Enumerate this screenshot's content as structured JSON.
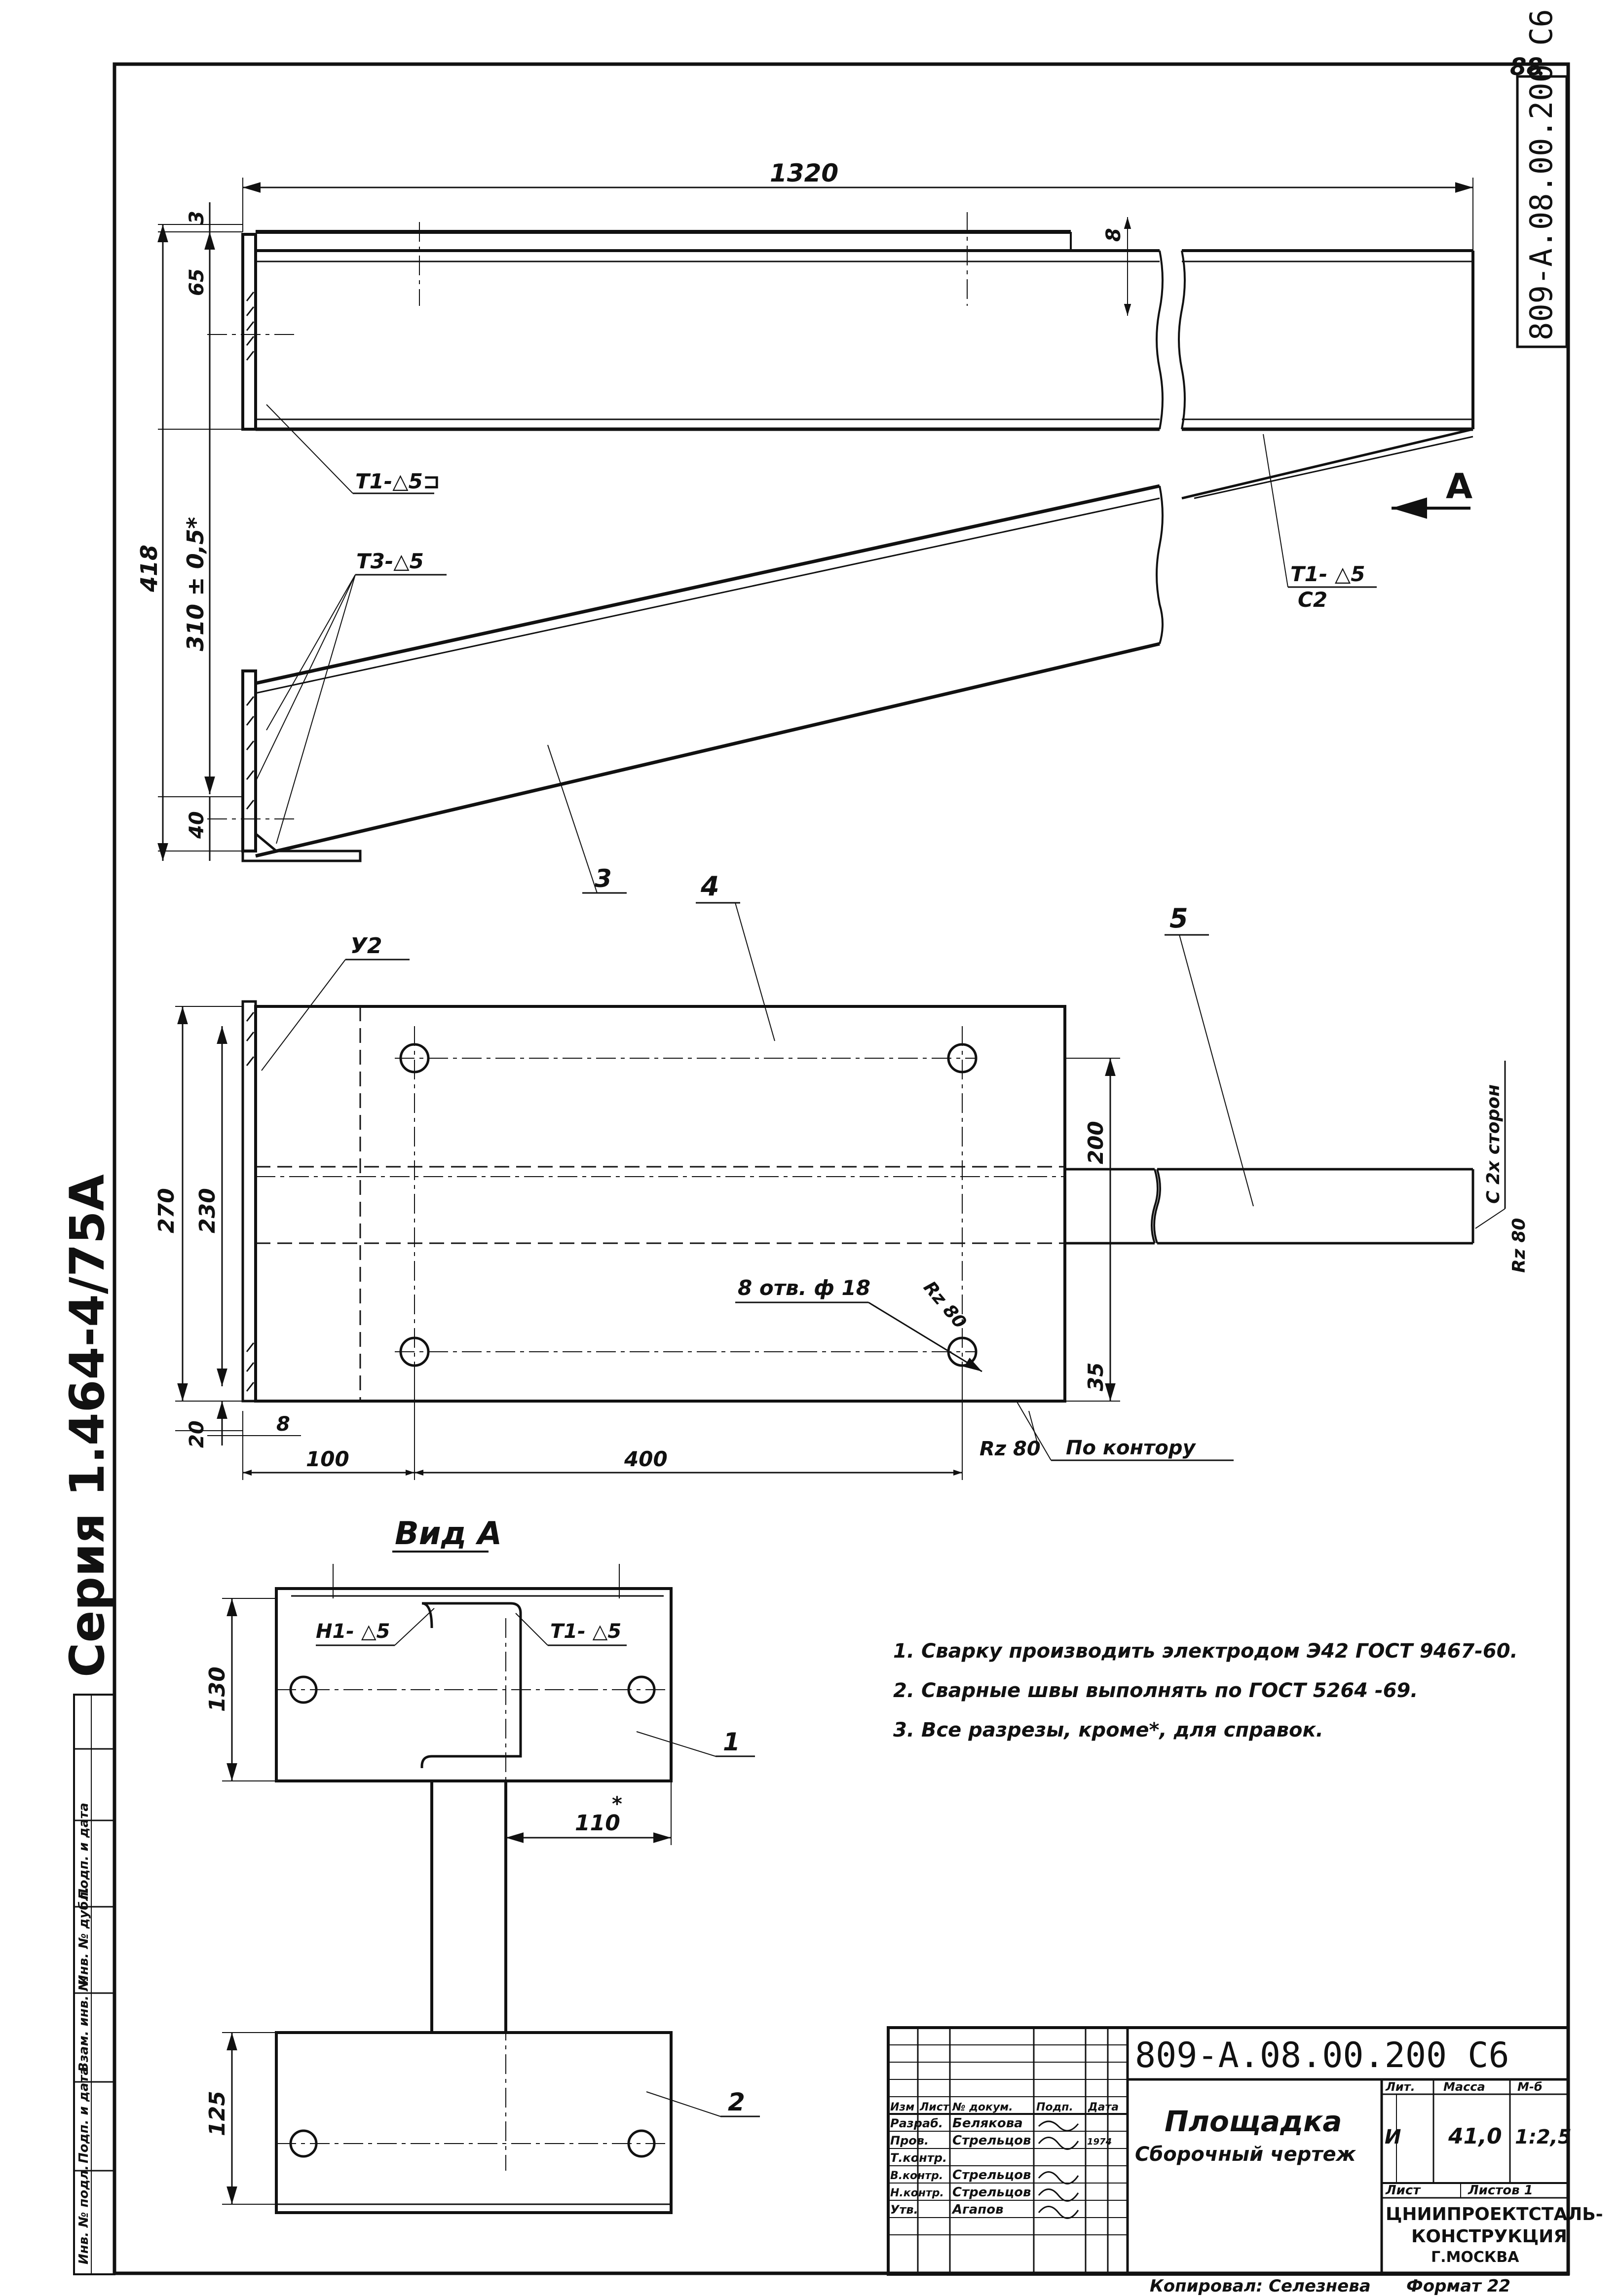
{
  "sheet": {
    "page_number": "88",
    "code_corner": "809-A.08.00.200 C6",
    "series": "Серия 1.464-4/75А",
    "copied_by": "Копировал: Селезнева",
    "format": "Формат 22"
  },
  "dimensions": {
    "d1320": "1320",
    "d3": "3",
    "d65": "65",
    "d8": "8",
    "d418": "418",
    "d310": "310 ± 0,5*",
    "d40": "40",
    "d270": "270",
    "d230": "230",
    "d20": "20",
    "d8b": "8",
    "d100": "100",
    "d400": "400",
    "d200": "200",
    "d35": "35",
    "d130": "130",
    "d110": "110",
    "d110_star": "*",
    "d125": "125"
  },
  "annotations": {
    "weld_t1_top": "Т1-△5⊐",
    "weld_t3": "Т3-△5",
    "weld_t1_c2_top": "Т1- △5",
    "weld_t1_c2_bottom": "С2",
    "view_arrow_label": "А",
    "y2": "У2",
    "holes": "8 отв. ф 18",
    "rz80_a": "Rz 80",
    "rz80_b": "Rz 80",
    "rz80_c": "Rz 80",
    "c2_sides": "С 2х сторон",
    "po_konturu": "По контору",
    "view_a_title": "Вид А",
    "weld_h1": "Н1- △5",
    "weld_t1_view": "Т1- △5"
  },
  "callouts": {
    "c1": "1",
    "c2": "2",
    "c3": "3",
    "c4": "4",
    "c5": "5"
  },
  "notes": [
    "1. Сварку производить электродом Э42 ГОСТ 9467-60.",
    "2. Сварные швы выполнять по ГОСТ 5264 -69.",
    "3. Все разрезы, кроме*, для справок."
  ],
  "side_stamp": [
    "Инв. № подл.",
    "Подп. и дата",
    "Взам. инв. №",
    "Инв. № дубл.",
    "Подп. и дата"
  ],
  "title_block": {
    "code": "809-А.08.00.200 С6",
    "name": "Площадка",
    "subname": "Сборочный чертеж",
    "header_cols": [
      "Изм",
      "Лист",
      "№ докум.",
      "Подп.",
      "Дата"
    ],
    "rows": [
      {
        "role": "Разраб.",
        "name": "Белякова",
        "date": ""
      },
      {
        "role": "Пров.",
        "name": "Стрельцов",
        "date": "1974"
      },
      {
        "role": "Т.контр.",
        "name": "",
        "date": ""
      },
      {
        "role": "В.контр.",
        "name": "Стрельцов",
        "date": ""
      },
      {
        "role": "Н.контр.",
        "name": "Стрельцов",
        "date": ""
      },
      {
        "role": "Утв.",
        "name": "Агапов",
        "date": ""
      }
    ],
    "lit_label": "Лит.",
    "mass_label": "Масса",
    "scale_label": "М-б",
    "lit_value": "И",
    "mass_value": "41,0",
    "scale_value": "1:2,5",
    "sheet_label": "Лист",
    "sheets_label": "Листов 1",
    "org_line1": "ЦНИИПРОЕКТСТАЛЬ-",
    "org_line2": "КОНСТРУКЦИЯ",
    "org_line3": "Г.МОСКВА"
  }
}
